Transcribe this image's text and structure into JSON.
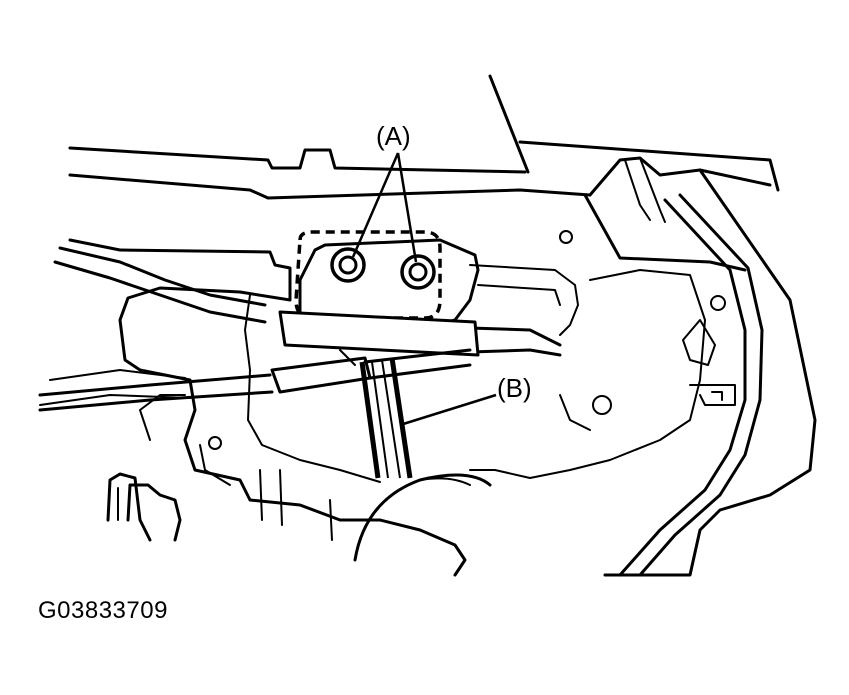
{
  "callouts": {
    "a": "(A)",
    "b": "(B)"
  },
  "figure_id": "G03833709"
}
